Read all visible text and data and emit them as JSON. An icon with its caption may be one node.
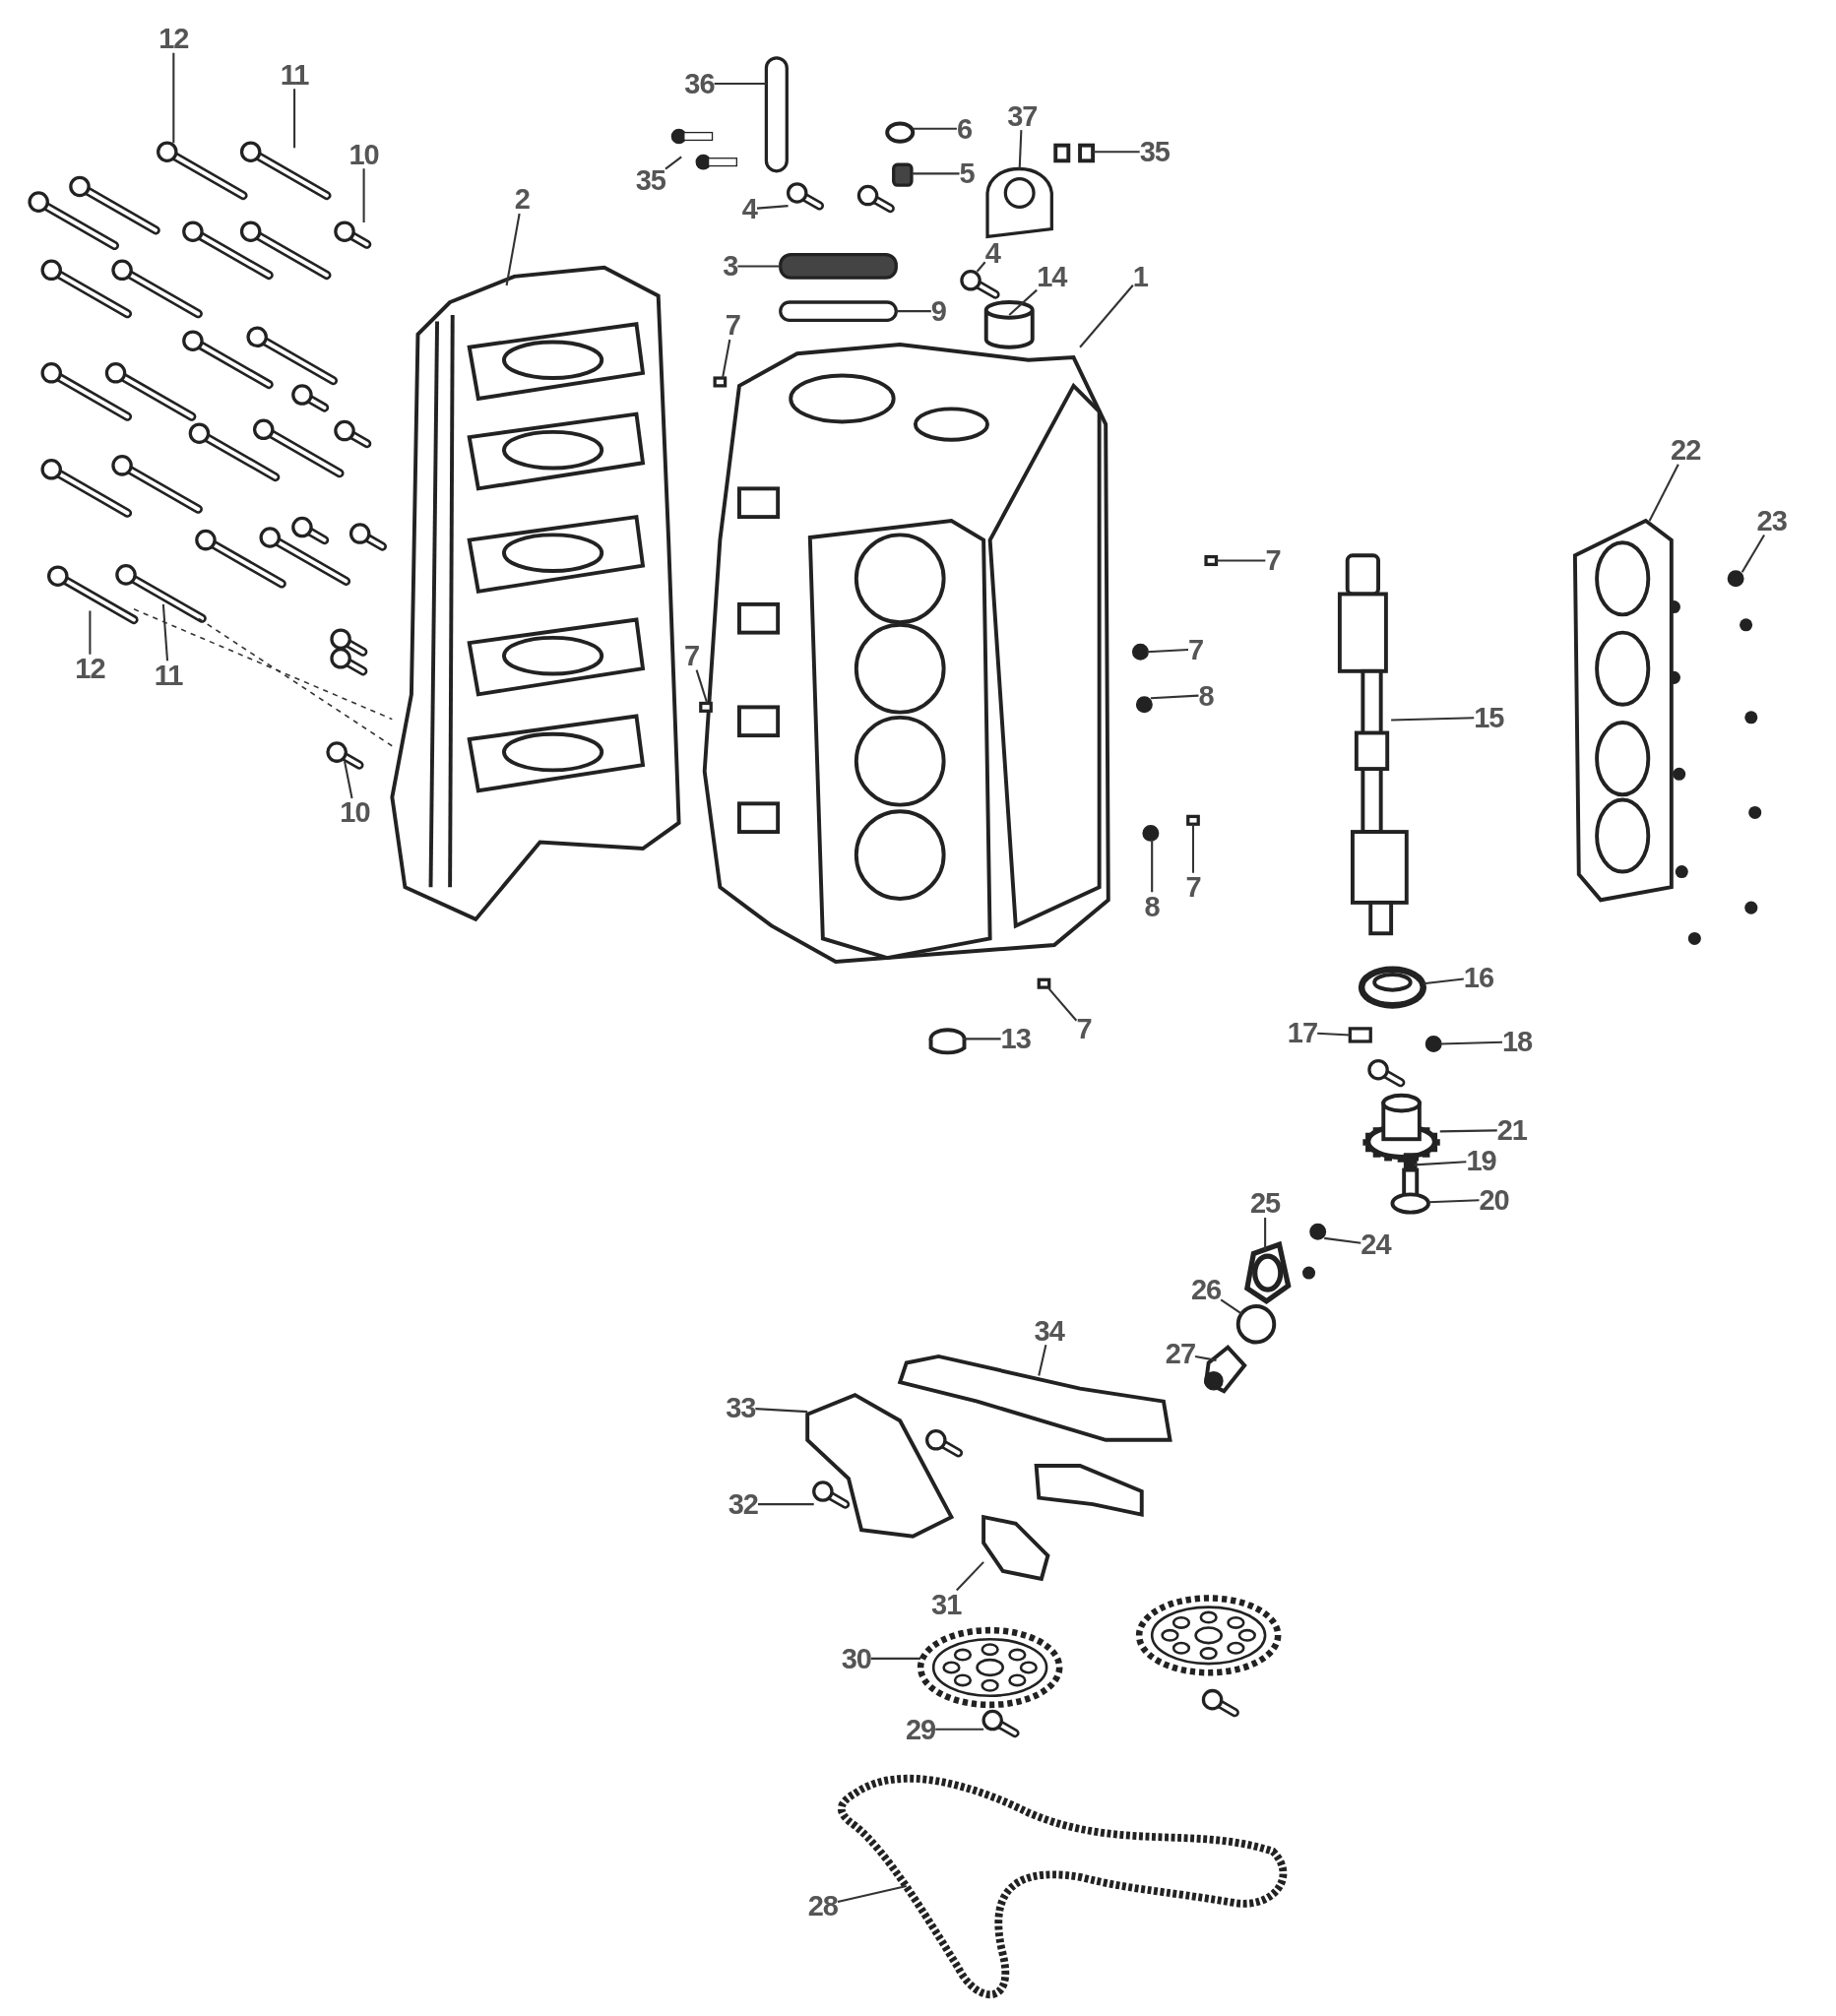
{
  "diagram": {
    "nodes": [
      {
        "text": [
          "12"
        ]
      },
      {
        "text": [
          "11"
        ]
      },
      {
        "text": [
          "10"
        ]
      },
      {
        "text": [
          "2"
        ]
      },
      {
        "text": [
          "36"
        ]
      },
      {
        "text": [
          "35"
        ]
      },
      {
        "text": [
          "4"
        ]
      },
      {
        "text": [
          "6"
        ]
      },
      {
        "text": [
          "5"
        ]
      },
      {
        "text": [
          "37"
        ]
      },
      {
        "text": [
          "35"
        ]
      },
      {
        "text": [
          "3"
        ]
      },
      {
        "text": [
          "9"
        ]
      },
      {
        "text": [
          "4"
        ]
      },
      {
        "text": [
          "14"
        ]
      },
      {
        "text": [
          "1"
        ]
      },
      {
        "text": [
          "7"
        ]
      },
      {
        "text": [
          "22"
        ]
      },
      {
        "text": [
          "23"
        ]
      },
      {
        "text": [
          "7"
        ]
      },
      {
        "text": [
          "7"
        ]
      },
      {
        "text": [
          "8"
        ]
      },
      {
        "text": [
          "7"
        ]
      },
      {
        "text": [
          "12"
        ]
      },
      {
        "text": [
          "11"
        ]
      },
      {
        "text": [
          "15"
        ]
      },
      {
        "text": [
          "10"
        ]
      },
      {
        "text": [
          "8"
        ]
      },
      {
        "text": [
          "7"
        ]
      },
      {
        "text": [
          "16"
        ]
      },
      {
        "text": [
          "7"
        ]
      },
      {
        "text": [
          "13"
        ]
      },
      {
        "text": [
          "17"
        ]
      },
      {
        "text": [
          "18"
        ]
      },
      {
        "text": [
          "21"
        ]
      },
      {
        "text": [
          "19"
        ]
      },
      {
        "text": [
          "20"
        ]
      },
      {
        "text": [
          "25"
        ]
      },
      {
        "text": [
          "24"
        ]
      },
      {
        "text": [
          "26"
        ]
      },
      {
        "text": [
          "27"
        ]
      },
      {
        "text": [
          "34"
        ]
      },
      {
        "text": [
          "33"
        ]
      },
      {
        "text": [
          "32"
        ]
      },
      {
        "text": [
          "31"
        ]
      },
      {
        "text": [
          "30"
        ]
      },
      {
        "text": [
          "29"
        ]
      },
      {
        "text": [
          "28"
        ]
      },
      {
        "text": [],
        "shape": "picture"
      },
      {
        "text": [],
        "shape": "picture"
      },
      {
        "text": [],
        "shape": "picture"
      },
      {
        "text": [],
        "shape": "picture"
      },
      {
        "text": [],
        "shape": "box"
      },
      {
        "text": [],
        "shape": "picture"
      },
      {
        "text": [],
        "shape": "picture"
      },
      {
        "text": [],
        "shape": "circle"
      },
      {
        "text": [],
        "shape": "box"
      },
      {
        "text": [],
        "shape": "picture"
      },
      {
        "text": [],
        "shape": "picture"
      },
      {
        "text": [],
        "shape": "box"
      },
      {
        "text": [],
        "shape": "box"
      },
      {
        "text": [],
        "shape": "picture"
      },
      {
        "text": [],
        "shape": "cylinder"
      },
      {
        "text": [],
        "shape": "picture"
      },
      {
        "text": [],
        "shape": "box"
      },
      {
        "text": [],
        "shape": "picture"
      },
      {
        "text": [],
        "shape": "circle"
      },
      {
        "text": [],
        "shape": "box"
      },
      {
        "text": [],
        "shape": "circle"
      },
      {
        "text": [],
        "shape": "circle"
      },
      {
        "text": [],
        "shape": "box"
      },
      {
        "text": [],
        "shape": "picture"
      },
      {
        "text": [],
        "shape": "picture"
      },
      {
        "text": [],
        "shape": "picture"
      },
      {
        "text": [],
        "shape": "picture"
      },
      {
        "text": [],
        "shape": "circle"
      },
      {
        "text": [],
        "shape": "box"
      },
      {
        "text": [],
        "shape": "picture"
      },
      {
        "text": [],
        "shape": "box"
      },
      {
        "text": [],
        "shape": "picture"
      },
      {
        "text": [],
        "shape": "box"
      },
      {
        "text": [],
        "shape": "circle"
      },
      {
        "text": [],
        "shape": "picture"
      },
      {
        "text": [],
        "shape": "box"
      },
      {
        "text": [],
        "shape": "picture"
      },
      {
        "text": [],
        "shape": "picture"
      },
      {
        "text": [],
        "shape": "circle"
      },
      {
        "text": [],
        "shape": "circle"
      },
      {
        "text": [],
        "shape": "picture"
      },
      {
        "text": [],
        "shape": "picture"
      },
      {
        "text": [],
        "shape": "picture"
      },
      {
        "text": [],
        "shape": "picture"
      },
      {
        "text": [],
        "shape": "picture"
      },
      {
        "text": [],
        "shape": "picture"
      },
      {
        "text": [],
        "shape": "picture"
      },
      {
        "text": [],
        "shape": "picture"
      }
    ],
    "edges": [
      {
        "from": 0,
        "to": 48,
        "arrow": "none"
      },
      {
        "from": 1,
        "to": 49,
        "arrow": "none"
      },
      {
        "from": 2,
        "to": 50,
        "arrow": "none"
      },
      {
        "from": 3,
        "to": 51,
        "arrow": "none"
      },
      {
        "from": 4,
        "to": 52,
        "arrow": "none"
      },
      {
        "from": 5,
        "to": 53,
        "arrow": "none"
      },
      {
        "from": 6,
        "to": 54,
        "arrow": "none"
      },
      {
        "from": 7,
        "to": 55,
        "arrow": "none"
      },
      {
        "from": 8,
        "to": 56,
        "arrow": "none"
      },
      {
        "from": 9,
        "to": 57,
        "arrow": "none"
      },
      {
        "from": 10,
        "to": 58,
        "arrow": "none"
      },
      {
        "from": 11,
        "to": 59,
        "arrow": "none"
      },
      {
        "from": 12,
        "to": 60,
        "arrow": "none"
      },
      {
        "from": 13,
        "to": 61,
        "arrow": "none"
      },
      {
        "from": 14,
        "to": 62,
        "arrow": "none"
      },
      {
        "from": 15,
        "to": 63,
        "arrow": "none"
      },
      {
        "from": 16,
        "to": 64,
        "arrow": "none"
      },
      {
        "from": 17,
        "to": 65,
        "arrow": "none"
      },
      {
        "from": 18,
        "to": 66,
        "arrow": "none"
      },
      {
        "from": 19,
        "to": 67,
        "arrow": "none"
      },
      {
        "from": 20,
        "to": 68,
        "arrow": "none"
      },
      {
        "from": 21,
        "to": 69,
        "arrow": "none"
      },
      {
        "from": 22,
        "to": 70,
        "arrow": "none"
      },
      {
        "from": 23,
        "to": 71,
        "arrow": "none"
      },
      {
        "from": 24,
        "to": 72,
        "arrow": "none"
      },
      {
        "from": 25,
        "to": 73,
        "arrow": "none"
      },
      {
        "from": 26,
        "to": 74,
        "arrow": "none"
      },
      {
        "from": 27,
        "to": 75,
        "arrow": "none"
      },
      {
        "from": 28,
        "to": 76,
        "arrow": "none"
      },
      {
        "from": 29,
        "to": 77,
        "arrow": "none"
      },
      {
        "from": 30,
        "to": 78,
        "arrow": "none"
      },
      {
        "from": 31,
        "to": 79,
        "arrow": "none"
      },
      {
        "from": 32,
        "to": 80,
        "arrow": "none"
      },
      {
        "from": 33,
        "to": 81,
        "arrow": "none"
      },
      {
        "from": 34,
        "to": 82,
        "arrow": "none"
      },
      {
        "from": 35,
        "to": 83,
        "arrow": "none"
      },
      {
        "from": 36,
        "to": 84,
        "arrow": "none"
      },
      {
        "from": 37,
        "to": 85,
        "arrow": "none"
      },
      {
        "from": 38,
        "to": 86,
        "arrow": "none"
      },
      {
        "from": 39,
        "to": 87,
        "arrow": "none"
      },
      {
        "from": 40,
        "to": 88,
        "arrow": "none"
      },
      {
        "from": 41,
        "to": 89,
        "arrow": "none"
      },
      {
        "from": 42,
        "to": 90,
        "arrow": "none"
      },
      {
        "from": 43,
        "to": 91,
        "arrow": "none"
      },
      {
        "from": 44,
        "to": 92,
        "arrow": "none"
      },
      {
        "from": 45,
        "to": 93,
        "arrow": "none"
      },
      {
        "from": 46,
        "to": 94,
        "arrow": "none"
      },
      {
        "from": 47,
        "to": 95,
        "arrow": "none"
      },
      {
        "from": 71,
        "to": 51,
        "arrow": "none",
        "style": "dashed"
      },
      {
        "from": 72,
        "to": 51,
        "arrow": "none",
        "style": "dashed"
      }
    ]
  }
}
